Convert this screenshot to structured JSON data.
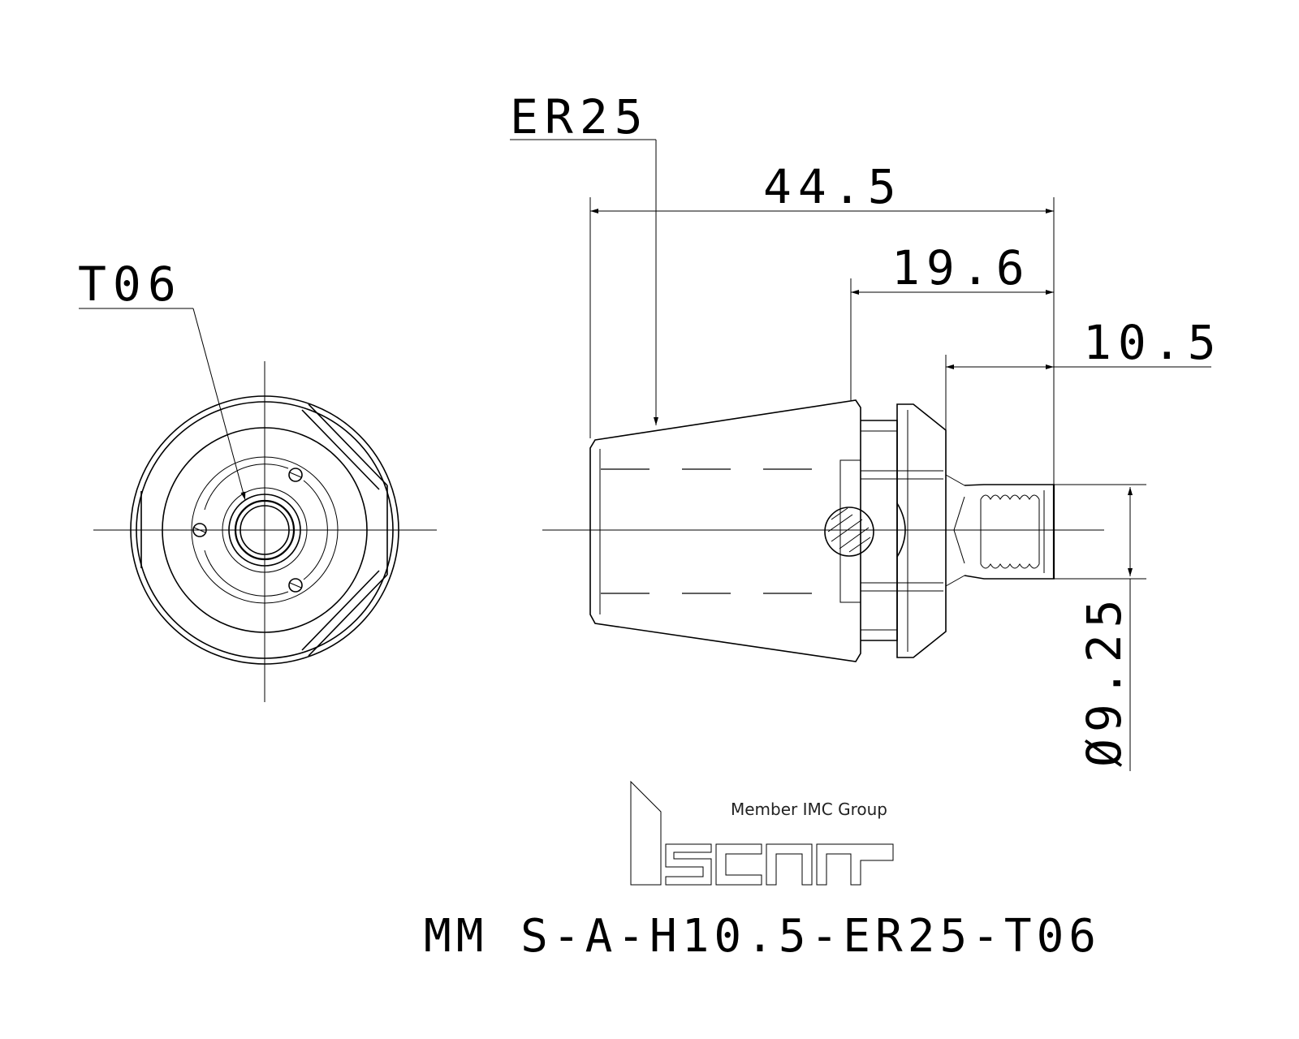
{
  "labels": {
    "collet": "ER25",
    "insert": "T06",
    "overall_length": "44.5",
    "length_2": "19.6",
    "length_3": "10.5",
    "diameter": "Ø9.25",
    "part_number": "MM S-A-H10.5-ER25-T06"
  },
  "logo": {
    "brand": "iscar",
    "tagline": "Member IMC Group"
  }
}
